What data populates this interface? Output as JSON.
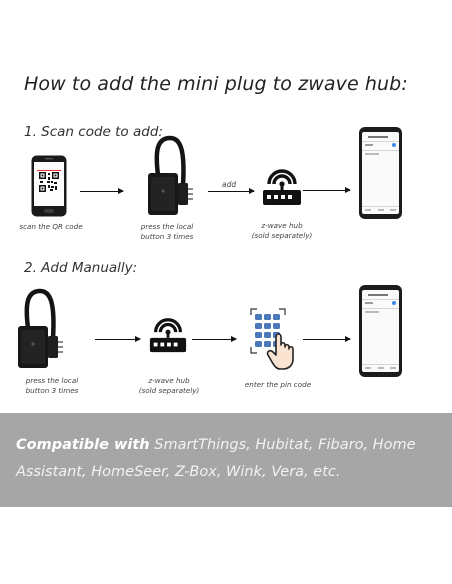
{
  "title": "How to add the mini plug to zwave hub:",
  "section1": {
    "heading": "1. Scan code to add:",
    "caption_phone": "scan the QR code",
    "caption_plug_1": "press the local",
    "caption_plug_2": "button 3 times",
    "arrow_label": "add",
    "caption_hub_1": "z-wave hub",
    "caption_hub_2": "(sold separately)"
  },
  "section2": {
    "heading": "2. Add Manually:",
    "caption_plug_1": "press the local",
    "caption_plug_2": "button 3 times",
    "caption_hub_1": "z-wave hub",
    "caption_hub_2": "(sold separately)",
    "caption_pin": "enter the pin code"
  },
  "banner": {
    "lead": "Compatible with",
    "rest": " SmartThings, Hubitat, Fibaro, Home Assistant, HomeSeer, Z-Box, Wink, Vera, etc."
  },
  "colors": {
    "banner_bg": "#a6a6a6",
    "pin_key": "#4a78b8",
    "device_black": "#151515"
  }
}
